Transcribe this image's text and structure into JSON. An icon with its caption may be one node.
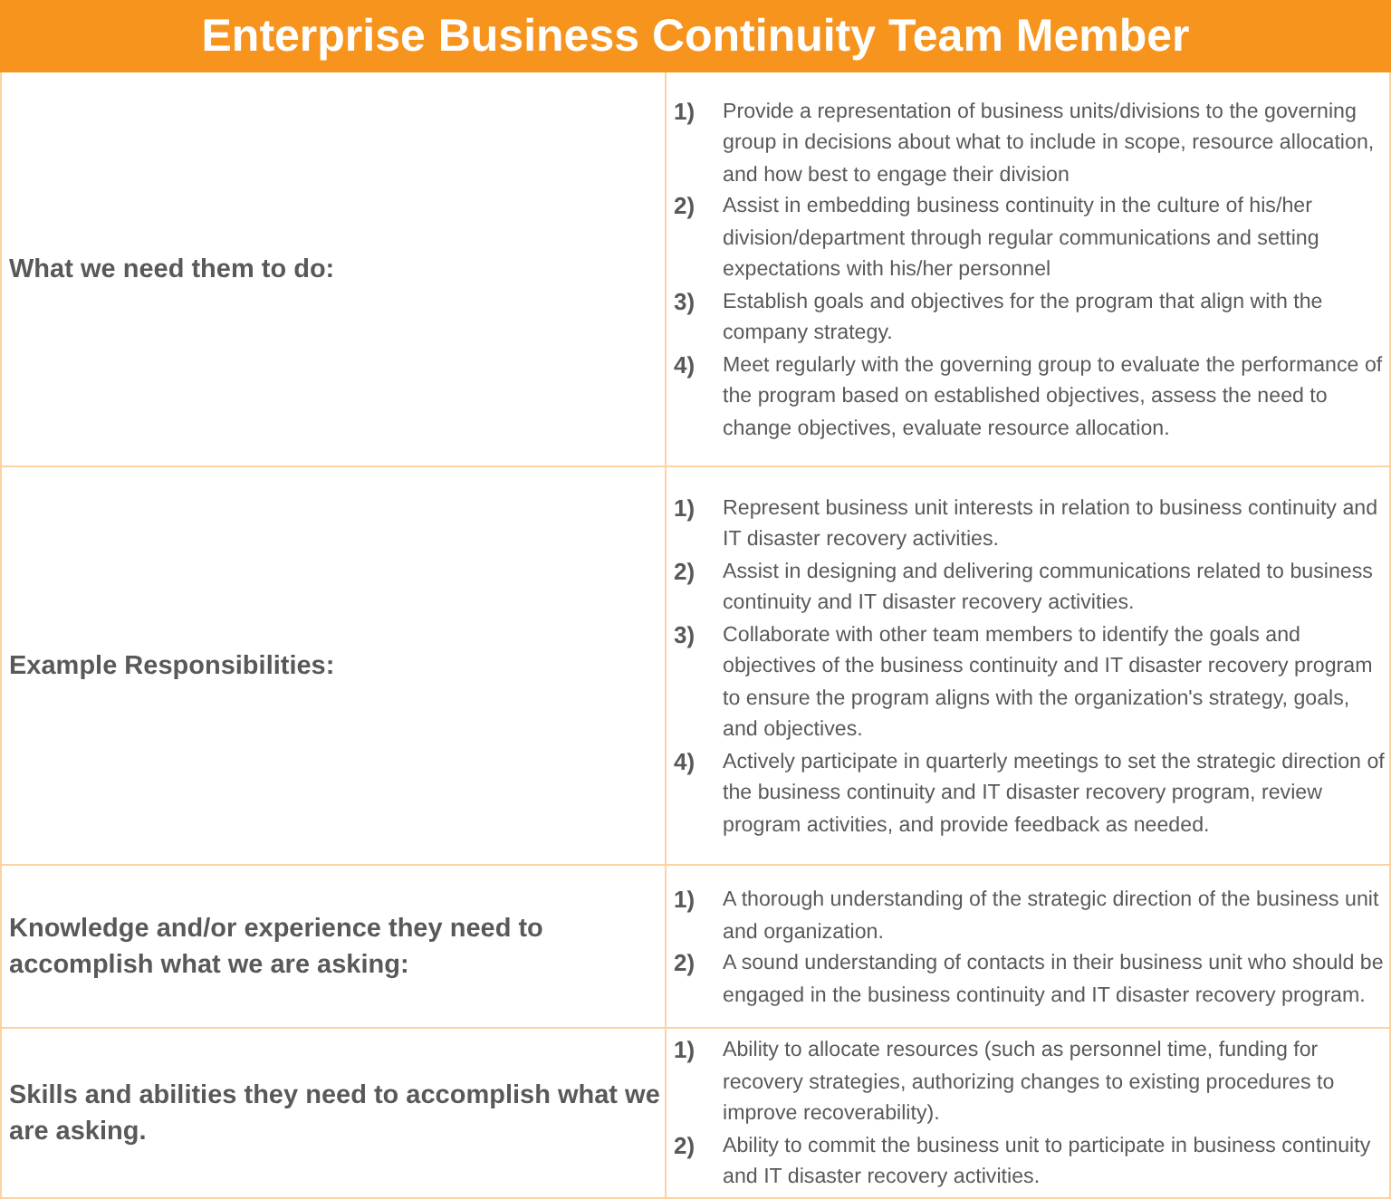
{
  "diagram": {
    "title": "Enterprise Business Continuity Team Member",
    "labels": [
      "What we need them to do:",
      "1)",
      "Provide a representation of business units/divisions to the governing group in decisions about what to include in scope, resource allocation, and how best to engage their division",
      "2)",
      "Assist in embedding business continuity in the culture of his/her division/department through regular communications and setting expectations with his/her personnel",
      "3)",
      "Establish goals and objectives for the program that align with the company strategy.",
      "4)",
      "Meet regularly with the governing group to evaluate the performance of the program based on established objectives, assess the need to change objectives, evaluate resource allocation.",
      "Example Responsibilities:",
      "1)",
      "Represent business unit interests in relation to business continuity and IT disaster recovery activities.",
      "2)",
      "Assist in designing and delivering communications related to business continuity and IT disaster recovery activities.",
      "3)",
      "Collaborate with other team members to identify the goals and objectives of the business continuity and IT disaster recovery program to ensure the program aligns with the organization's strategy, goals, and objectives.",
      "4)",
      "Actively participate in quarterly meetings to set the strategic direction of the business continuity and IT disaster recovery program, review program activities, and provide feedback as needed.",
      "Knowledge and/or experience they need to accomplish what we are asking:",
      "1)",
      "A thorough understanding of the strategic direction of the business unit and organization.",
      "2)",
      "A sound understanding of contacts in their business unit who should be engaged in the business continuity and IT disaster recovery program.",
      "Skills and abilities they need to accomplish what we are asking.",
      "1)",
      "Ability to allocate resources (such as personnel time, funding for recovery strategies, authorizing changes to existing procedures to improve recoverability).",
      "2)",
      "Ability to commit the business unit to participate in business continuity and IT disaster recovery activities."
    ]
  }
}
